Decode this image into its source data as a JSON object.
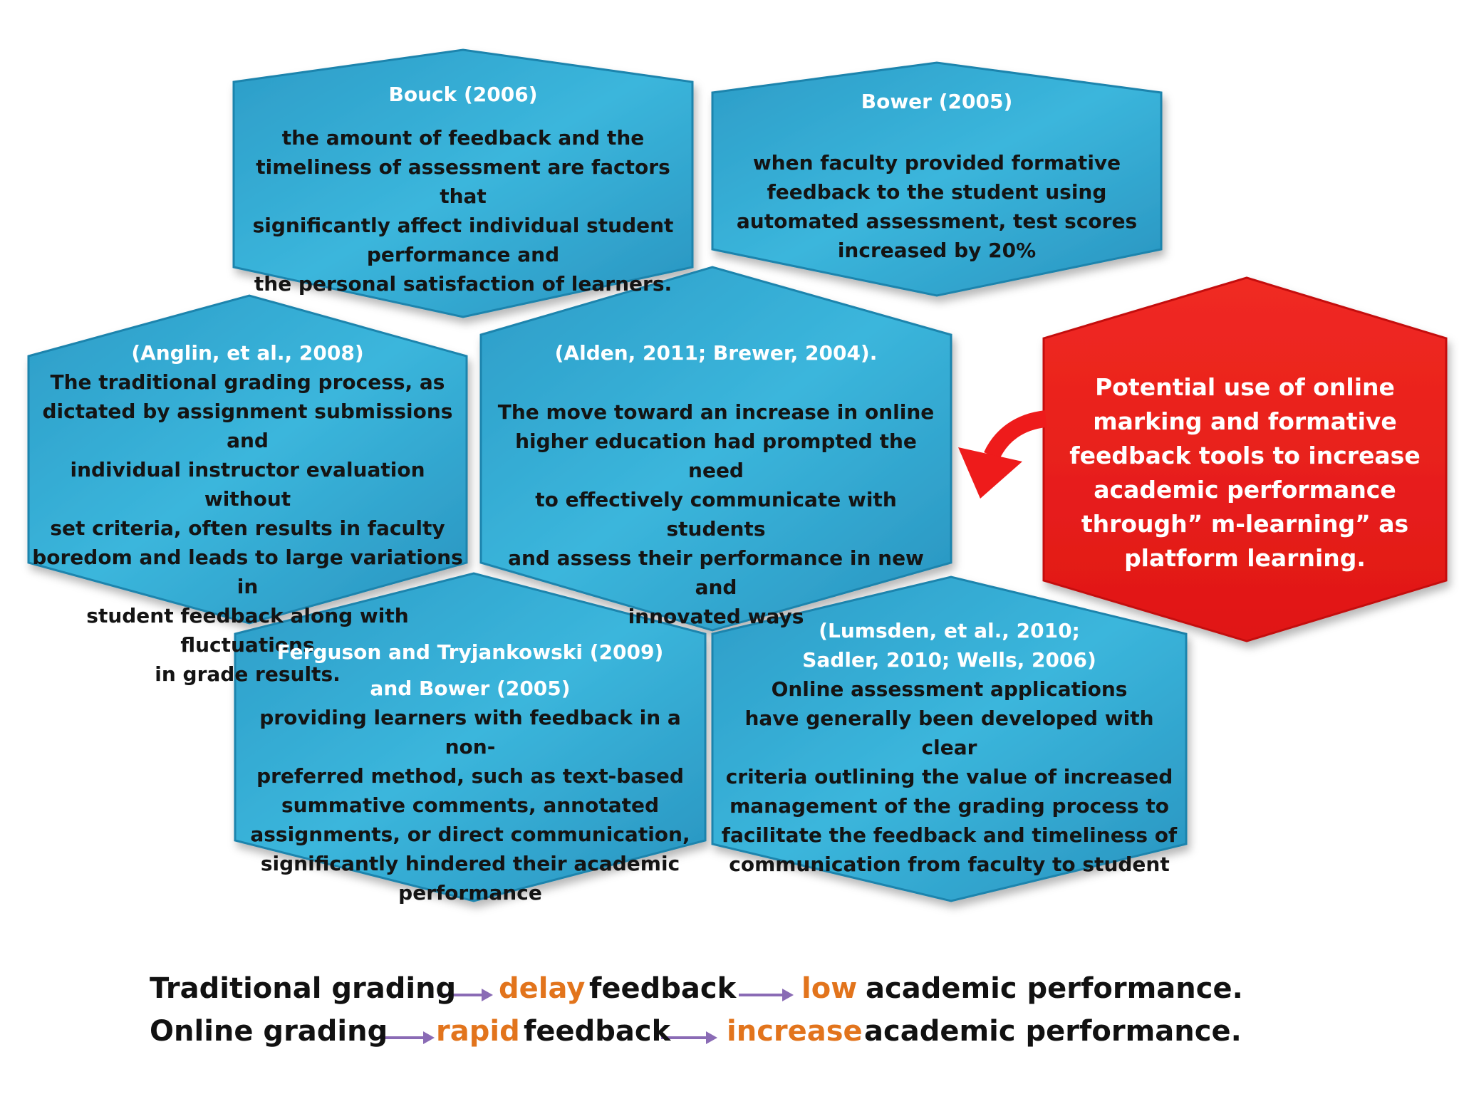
{
  "colors": {
    "hex_fill": "#39b3d8",
    "hex_edge": "#1e7ea6",
    "red_fill": "#ee1b1b",
    "arrow": "#8a6bb5",
    "accent": "#e2741c"
  },
  "hexagons": {
    "bouck": {
      "citation": "Bouck (2006)",
      "lines": [
        "the amount of feedback and the",
        "timeliness of assessment are factors that",
        "significantly affect individual student",
        "performance and",
        "the personal satisfaction of learners."
      ]
    },
    "bower": {
      "citation": "Bower (2005)",
      "lines": [
        "when faculty provided formative",
        "feedback to the student using",
        "automated assessment, test scores",
        "increased by 20%"
      ]
    },
    "anglin": {
      "citation": "(Anglin, et al., 2008)",
      "lines": [
        "The traditional grading process, as",
        "dictated by assignment submissions and",
        "individual instructor evaluation without",
        "set criteria, often results in faculty",
        "boredom and leads to large variations in",
        "student feedback along with fluctuations",
        "in grade results."
      ]
    },
    "alden": {
      "citation": "(Alden, 2011; Brewer, 2004).",
      "lines": [
        "The move toward an increase in online",
        "higher education had prompted the need",
        "to effectively communicate with students",
        "and assess their performance in new and",
        "innovated ways"
      ]
    },
    "ferguson": {
      "citation_lines": [
        "Ferguson and Tryjankowski (2009)",
        "and Bower (2005)"
      ],
      "lines": [
        "providing learners with feedback in a non-",
        "preferred method, such as text-based",
        "summative comments, annotated",
        "assignments, or direct communication,",
        "significantly hindered their academic",
        "performance"
      ]
    },
    "lumsden": {
      "citation_lines": [
        "(Lumsden, et al., 2010;",
        "Sadler, 2010; Wells, 2006)"
      ],
      "lines": [
        "Online assessment applications",
        "have generally been developed with clear",
        "criteria outlining the value of increased",
        "management of the grading process to",
        "facilitate the feedback and timeliness of",
        "communication from faculty to student"
      ]
    }
  },
  "red_hexagon": {
    "lines": [
      "Potential use of online",
      "marking and formative",
      "feedback tools to increase",
      "academic performance",
      "through” m-learning” as",
      "platform learning."
    ]
  },
  "summary": {
    "traditional": {
      "start": "Traditional grading",
      "mid_accent": "delay",
      "mid": "feedback",
      "end_accent": "low",
      "end": "academic performance."
    },
    "online": {
      "start": "Online grading",
      "mid_accent": "rapid",
      "mid": "feedback",
      "end_accent": "increase",
      "end": "academic performance."
    }
  }
}
